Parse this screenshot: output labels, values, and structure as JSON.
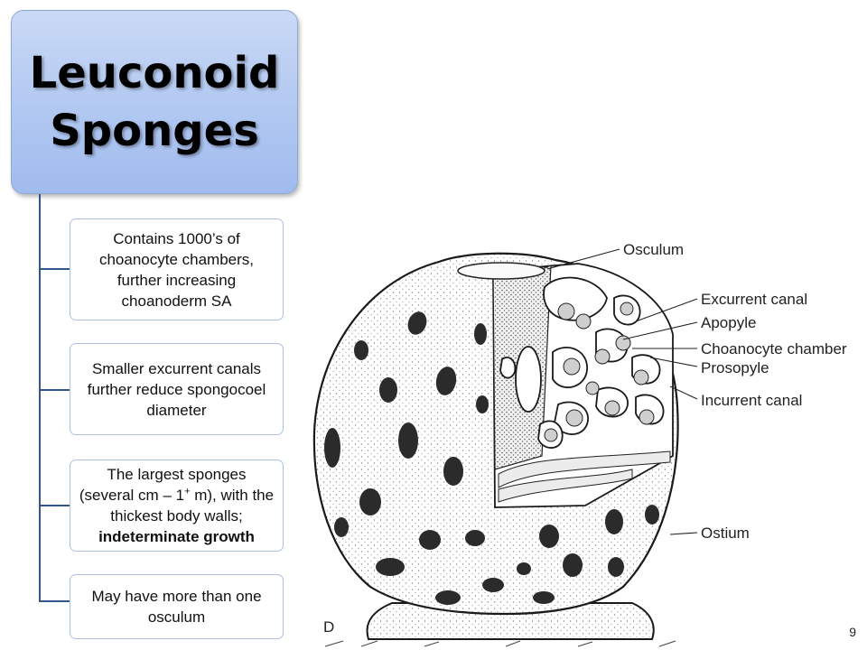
{
  "title": {
    "line1": "Leuconoid",
    "line2": "Sponges"
  },
  "cards": [
    {
      "text": "Contains 1000’s of choanocyte chambers, further increasing choanoderm SA"
    },
    {
      "text": "Smaller excurrent canals further reduce spongocoel diameter"
    },
    {
      "pre": "The largest sponges (several cm – 1",
      "sup": "+",
      "post": " m), with the thickest body walls;",
      "bold": "indeterminate growth"
    },
    {
      "text": "May have more than one osculum"
    }
  ],
  "diagram": {
    "labels": {
      "osculum": "Osculum",
      "excurrent_canal": "Excurrent canal",
      "apopyle": "Apopyle",
      "choanocyte_chamber": "Choanocyte chamber",
      "prosopyle": "Prosopyle",
      "incurrent_canal": "Incurrent canal",
      "ostium": "Ostium"
    },
    "panel_letter": "D"
  },
  "slide_number": "9"
}
